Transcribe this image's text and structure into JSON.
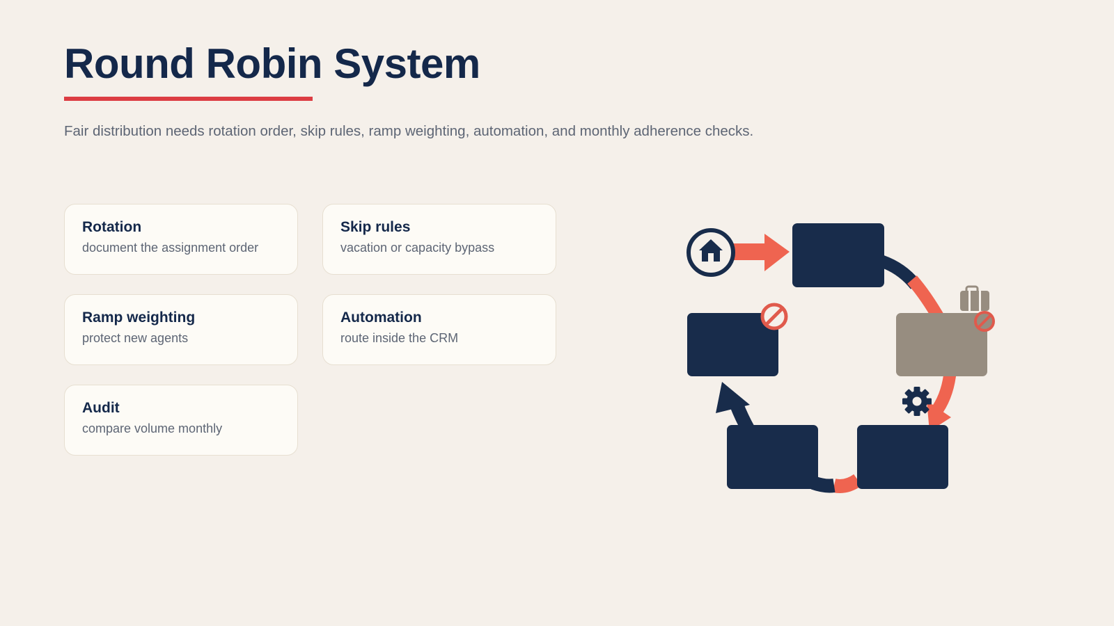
{
  "header": {
    "title": "Round Robin System",
    "subtitle": "Fair distribution needs rotation order, skip rules, ramp weighting, automation, and monthly adherence checks."
  },
  "cards": [
    {
      "title": "Rotation",
      "description": "document the assignment order"
    },
    {
      "title": "Skip rules",
      "description": "vacation or capacity bypass"
    },
    {
      "title": "Ramp weighting",
      "description": "protect new agents"
    },
    {
      "title": "Automation",
      "description": "route inside the CRM"
    },
    {
      "title": "Audit",
      "description": "compare volume monthly"
    }
  ],
  "diagram": {
    "icons": [
      "home-icon",
      "briefcase-icon",
      "no-entry-icon",
      "gear-icon"
    ],
    "colors": {
      "navy": "#182c4b",
      "coral": "#ef6450",
      "taupe": "#978d80",
      "accent_red": "#dc3d43",
      "background": "#f5f0ea"
    }
  }
}
